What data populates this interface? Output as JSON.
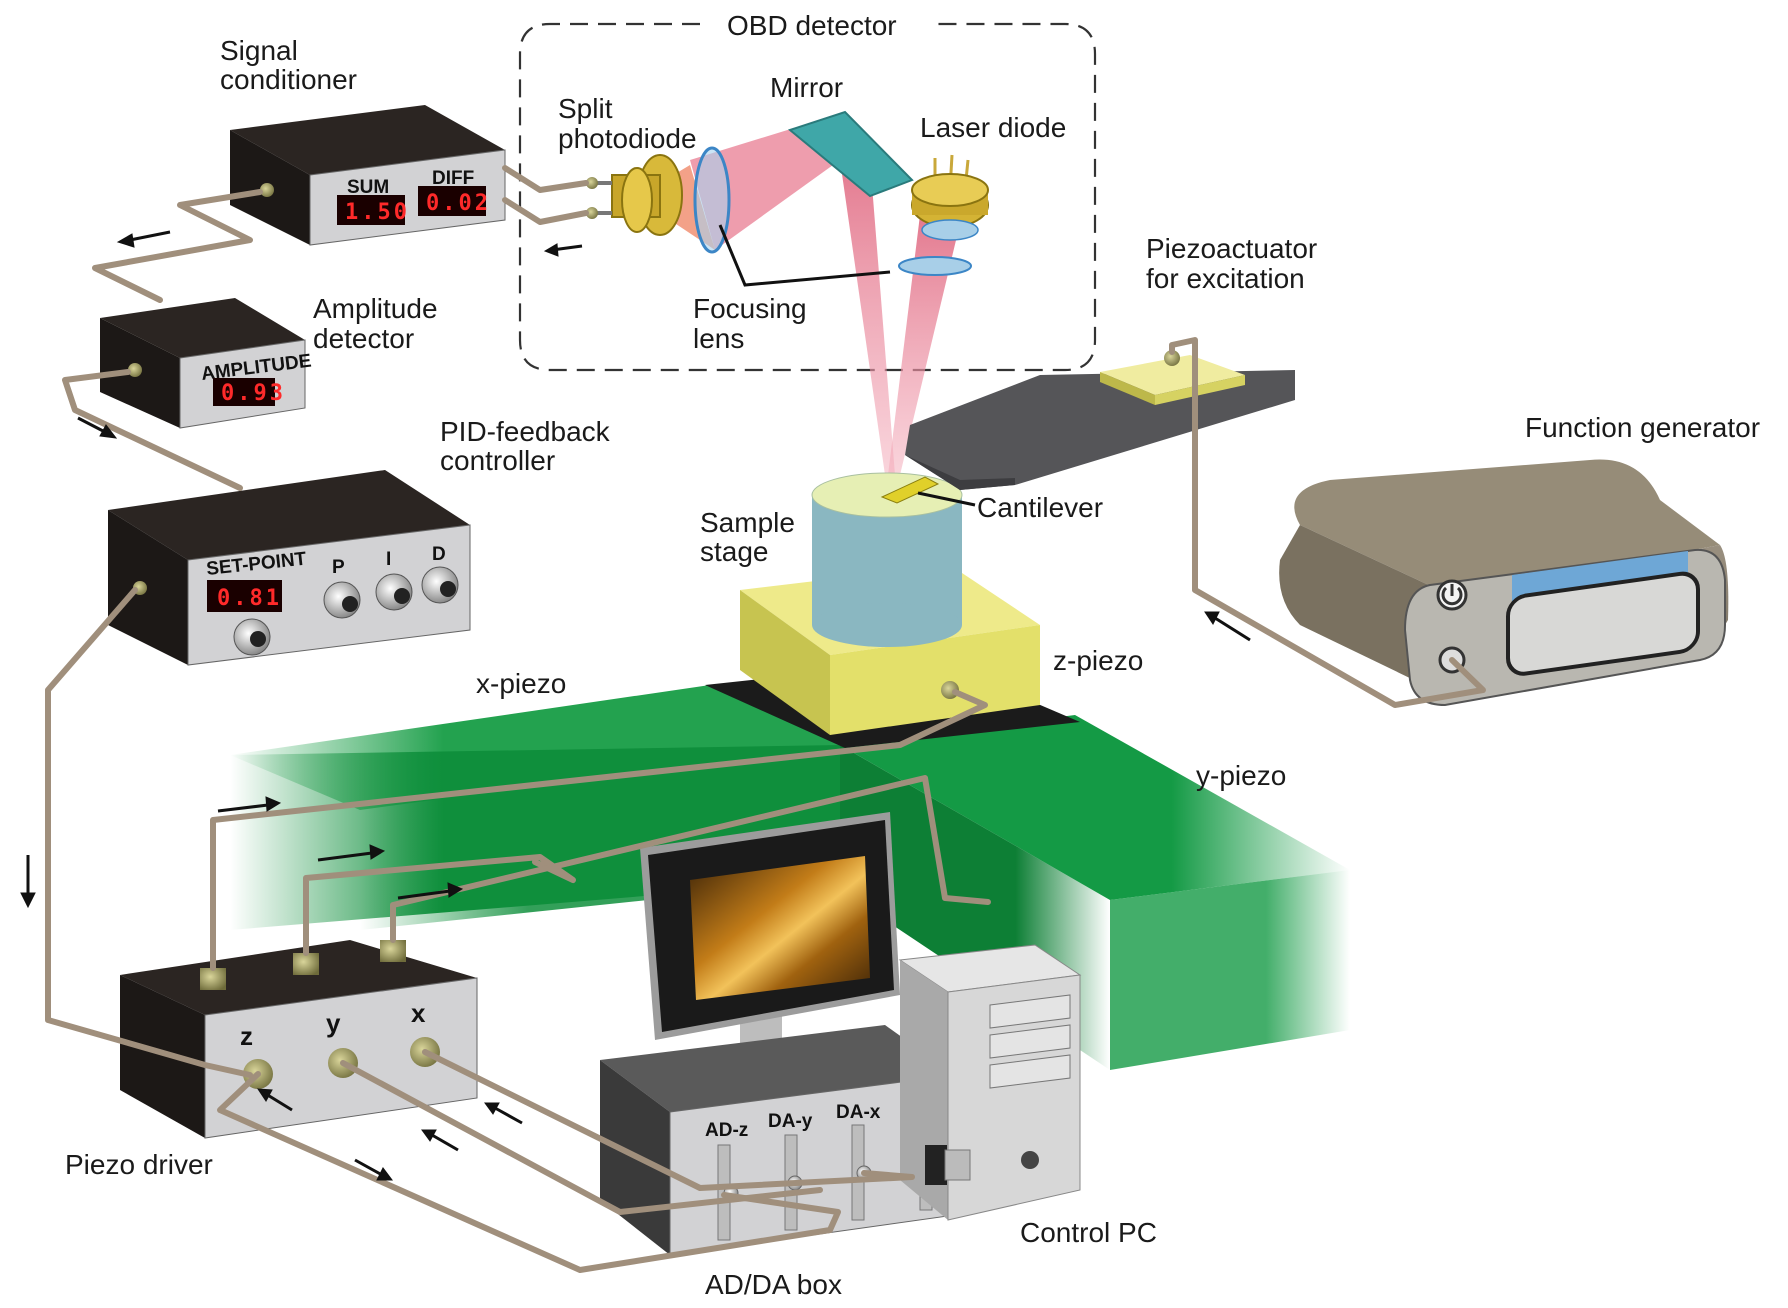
{
  "labels": {
    "obd_detector": "OBD detector",
    "signal_conditioner": [
      "Signal",
      "conditioner"
    ],
    "split_photodiode": [
      "Split",
      "photodiode"
    ],
    "mirror": "Mirror",
    "laser_diode": "Laser diode",
    "focusing_lens": [
      "Focusing",
      "lens"
    ],
    "piezoactuator": [
      "Piezoactuator",
      "for excitation"
    ],
    "amplitude_detector": [
      "Amplitude",
      "detector"
    ],
    "pid_controller": [
      "PID-feedback",
      "controller"
    ],
    "function_generator": "Function generator",
    "sample_stage": [
      "Sample",
      "stage"
    ],
    "cantilever": "Cantilever",
    "x_piezo": "x-piezo",
    "z_piezo": "z-piezo",
    "y_piezo": "y-piezo",
    "piezo_driver": "Piezo driver",
    "control_pc": "Control PC",
    "adda_box": "AD/DA box"
  },
  "signal_conditioner_panel": {
    "sum_label": "SUM",
    "sum_value": "1.50",
    "diff_label": "DIFF",
    "diff_value": "0.02"
  },
  "amplitude_panel": {
    "label": "AMPLITUDE",
    "value": "0.93"
  },
  "pid_panel": {
    "setpoint_label": "SET-POINT",
    "setpoint_value": "0.81",
    "p_label": "P",
    "i_label": "I",
    "d_label": "D"
  },
  "piezo_driver_panel": {
    "z_label": "z",
    "y_label": "y",
    "x_label": "x"
  },
  "adda_panel": {
    "ad_z": "AD-z",
    "da_y": "DA-y",
    "da_x": "DA-x"
  },
  "colors": {
    "cable": "#a08f7c",
    "led": "#ff2a2a",
    "piezo_green": "#0f8f3c",
    "stage_yellow": "#e3e06a",
    "laser_beam": "#e8788e"
  }
}
